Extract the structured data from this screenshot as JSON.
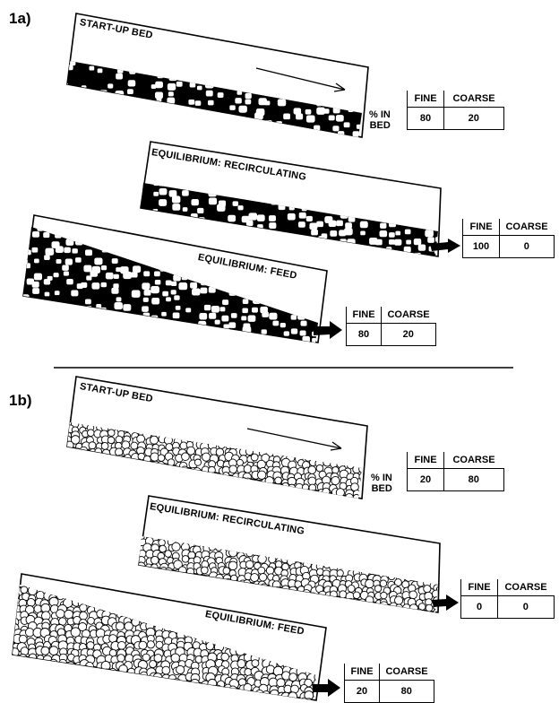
{
  "part_a": {
    "label": "1a)",
    "startup": {
      "title": "START-UP BED",
      "pct_label_line1": "% IN",
      "pct_label_line2": "BED",
      "fine_header": "FINE",
      "coarse_header": "COARSE",
      "fine_value": "80",
      "coarse_value": "20"
    },
    "recirc": {
      "title": "EQUILIBRIUM: RECIRCULATING",
      "fine_header": "FINE",
      "coarse_header": "COARSE",
      "fine_value": "100",
      "coarse_value": "0"
    },
    "feed": {
      "title": "EQUILIBRIUM: FEED",
      "fine_header": "FINE",
      "coarse_header": "COARSE",
      "fine_value": "80",
      "coarse_value": "20"
    }
  },
  "part_b": {
    "label": "1b)",
    "startup": {
      "title": "START-UP BED",
      "pct_label_line1": "% IN",
      "pct_label_line2": "BED",
      "fine_header": "FINE",
      "coarse_header": "COARSE",
      "fine_value": "20",
      "coarse_value": "80"
    },
    "recirc": {
      "title": "EQUILIBRIUM: RECIRCULATING",
      "fine_header": "FINE",
      "coarse_header": "COARSE",
      "fine_value": "0",
      "coarse_value": "0"
    },
    "feed": {
      "title": "EQUILIBRIUM: FEED",
      "fine_header": "FINE",
      "coarse_header": "COARSE",
      "fine_value": "20",
      "coarse_value": "80"
    }
  },
  "colors": {
    "ink": "#000000",
    "paper": "#ffffff"
  }
}
